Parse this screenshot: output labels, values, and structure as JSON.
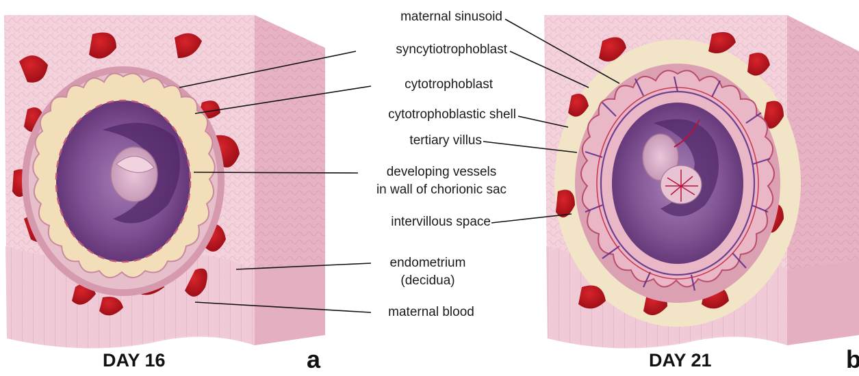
{
  "labels": {
    "maternal_sinusoid": "maternal sinusoid",
    "syncytiotrophoblast": "syncytiotrophoblast",
    "cytotrophoblast": "cytotrophoblast",
    "cytotrophoblastic_shell": "cytotrophoblastic shell",
    "tertiary_villus": "tertiary villus",
    "developing_vessels_line1": "developing vessels",
    "developing_vessels_line2": "in wall of chorionic sac",
    "intervillous_space": "intervillous space",
    "endometrium_line1": "endometrium",
    "endometrium_line2": "(decidua)",
    "maternal_blood": "maternal blood"
  },
  "panels": {
    "a": {
      "caption": "DAY 16",
      "letter": "a"
    },
    "b": {
      "caption": "DAY 21",
      "letter": "b"
    }
  },
  "colors": {
    "endometrium": "#f3d2dc",
    "endometrium_side": "#e3a9bc",
    "maternal_blood": "#b5121b",
    "chorionic_cavity": "#7b4f8e",
    "syncytiotrophoblast": "#e6bfc9",
    "cytotrophoblast": "#f4e2c3",
    "shell": "#f1e3c6",
    "vessels": "#5a2a86"
  }
}
